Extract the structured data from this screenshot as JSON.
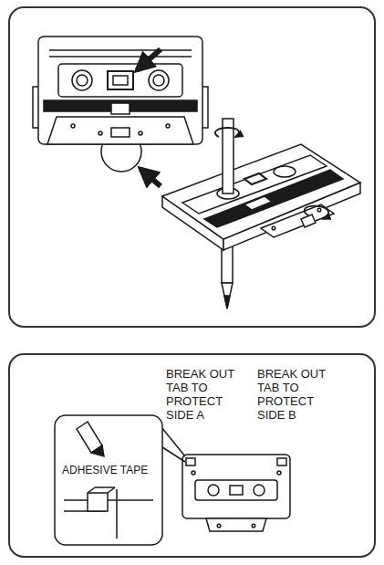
{
  "diagram": {
    "labels": [
      "BREAK OUT TAB TO PROTECT SIDE A",
      "BREAK OUT TAB TO PROTECT SIDE B",
      "ADHESIVE TAPE"
    ]
  }
}
